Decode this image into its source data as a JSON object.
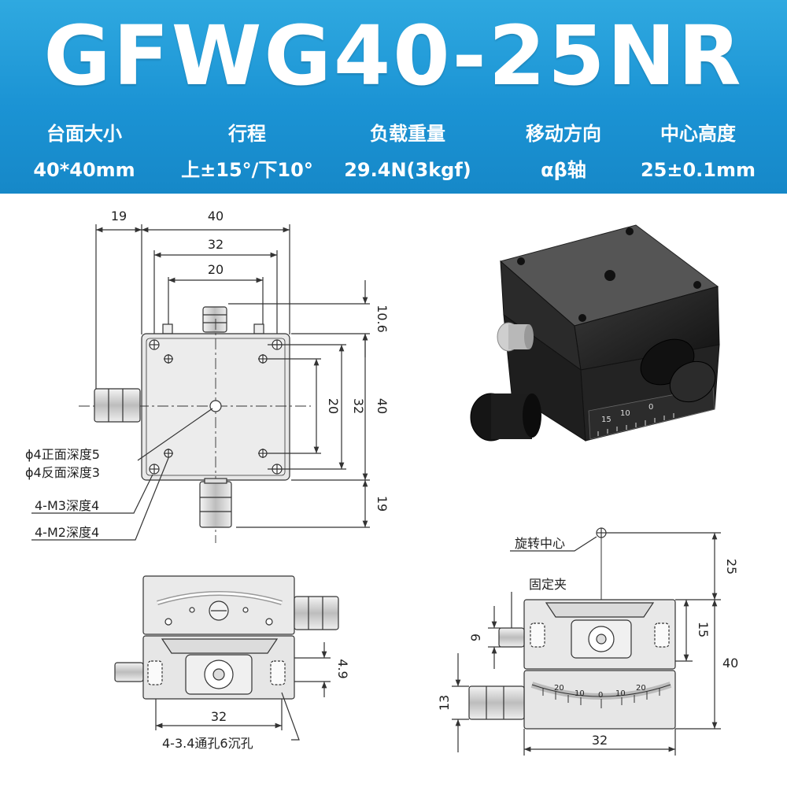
{
  "title": "GFWG40-25NR",
  "specs": [
    {
      "label": "台面大小",
      "value": "40*40mm"
    },
    {
      "label": "行程",
      "value": "上±15°/下10°"
    },
    {
      "label": "负载重量",
      "value": "29.4N(3kgf)"
    },
    {
      "label": "移动方向",
      "value": "αβ轴"
    },
    {
      "label": "中心高度",
      "value": "25±0.1mm"
    }
  ],
  "top_view": {
    "dim_19_top": "19",
    "dim_40_top": "40",
    "dim_32_top": "32",
    "dim_20_top": "20",
    "dim_10_6": "10.6",
    "dim_20_v": "20",
    "dim_32_v": "32",
    "dim_40_v": "40",
    "dim_19_v": "19",
    "note_front": "ϕ4正面深度5",
    "note_back": "ϕ4反面深度3",
    "note_m3": "4-M3深度4",
    "note_m2": "4-M2深度4"
  },
  "product_photo": {
    "scale_labels": [
      "15",
      "10",
      "0"
    ]
  },
  "front_view": {
    "dim_4_9": "4.9",
    "dim_32": "32",
    "note_hole": "4-3.4通孔6沉孔"
  },
  "side_view": {
    "label_rotation_center": "旋转中心",
    "label_clamp": "固定夹",
    "dim_25": "25",
    "dim_9": "9",
    "dim_15": "15",
    "dim_40": "40",
    "dim_13": "13",
    "dim_32": "32",
    "scale_labels": [
      "20",
      "10",
      "0",
      "10",
      "20"
    ]
  },
  "colors": {
    "banner": "#1b93d4",
    "banner_text": "#ffffff",
    "line": "#333333",
    "part_fill": "#e8e8e8"
  }
}
